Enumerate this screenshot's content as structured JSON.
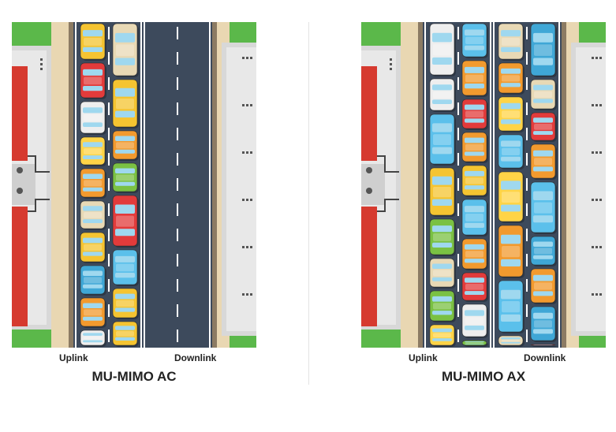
{
  "panels": [
    {
      "title": "MU-MIMO AC",
      "uplink_label": "Uplink",
      "downlink_label": "Downlink",
      "uplink_lanes_with_traffic": 2,
      "downlink_lanes_with_traffic": 0
    },
    {
      "title": "MU-MIMO AX",
      "uplink_label": "Uplink",
      "downlink_label": "Downlink",
      "uplink_lanes_with_traffic": 2,
      "downlink_lanes_with_traffic": 2
    }
  ],
  "colors": {
    "grass": "#5bb84a",
    "road": "#3d4a5c",
    "sidewalk": "#f0e0c0",
    "building_roof": "#e8e8e8",
    "red_building": "#d63a2f",
    "lane_marking": "#ffffff"
  }
}
